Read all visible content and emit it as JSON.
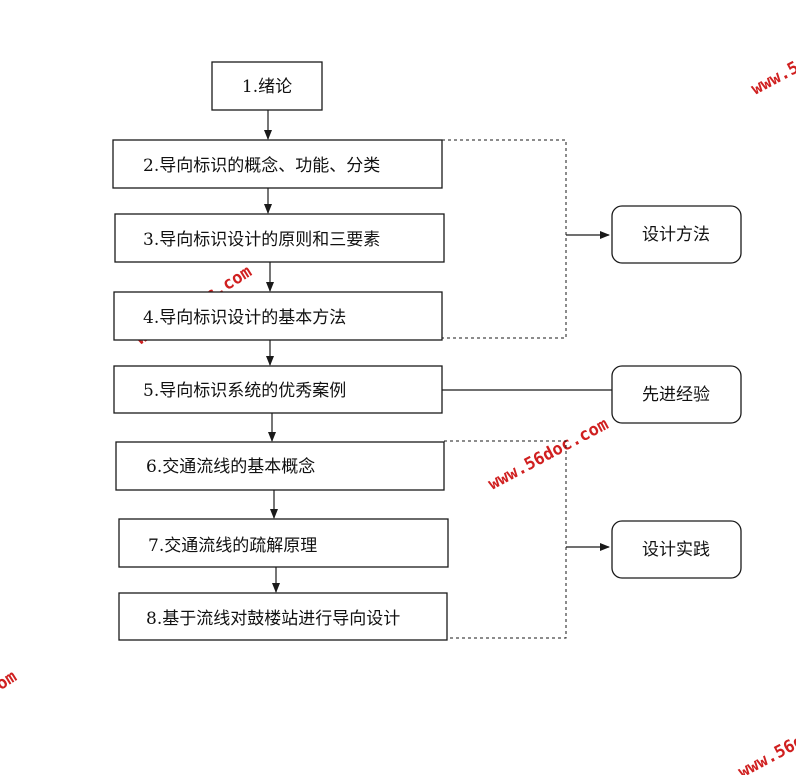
{
  "flow_steps": [
    {
      "id": "step-1",
      "label": "1.绪论"
    },
    {
      "id": "step-2",
      "label": "2.导向标识的概念、功能、分类"
    },
    {
      "id": "step-3",
      "label": "3.导向标识设计的原则和三要素"
    },
    {
      "id": "step-4",
      "label": "4.导向标识设计的基本方法"
    },
    {
      "id": "step-5",
      "label": "5.导向标识系统的优秀案例"
    },
    {
      "id": "step-6",
      "label": "6.交通流线的基本概念"
    },
    {
      "id": "step-7",
      "label": "7.交通流线的疏解原理"
    },
    {
      "id": "step-8",
      "label": "8.基于流线对鼓楼站进行导向设计"
    }
  ],
  "side_groups": [
    {
      "id": "design-method",
      "label": "设计方法"
    },
    {
      "id": "advanced-experience",
      "label": "先进经验"
    },
    {
      "id": "design-practice",
      "label": "设计实践"
    }
  ],
  "watermarks": [
    "www.56doc.com",
    "www.56doc.com",
    "www.56doc.com",
    "www.56doc.com",
    "www.56doc.com"
  ],
  "colors": {
    "watermark": "#d02020",
    "stroke": "#1a1a1a"
  }
}
